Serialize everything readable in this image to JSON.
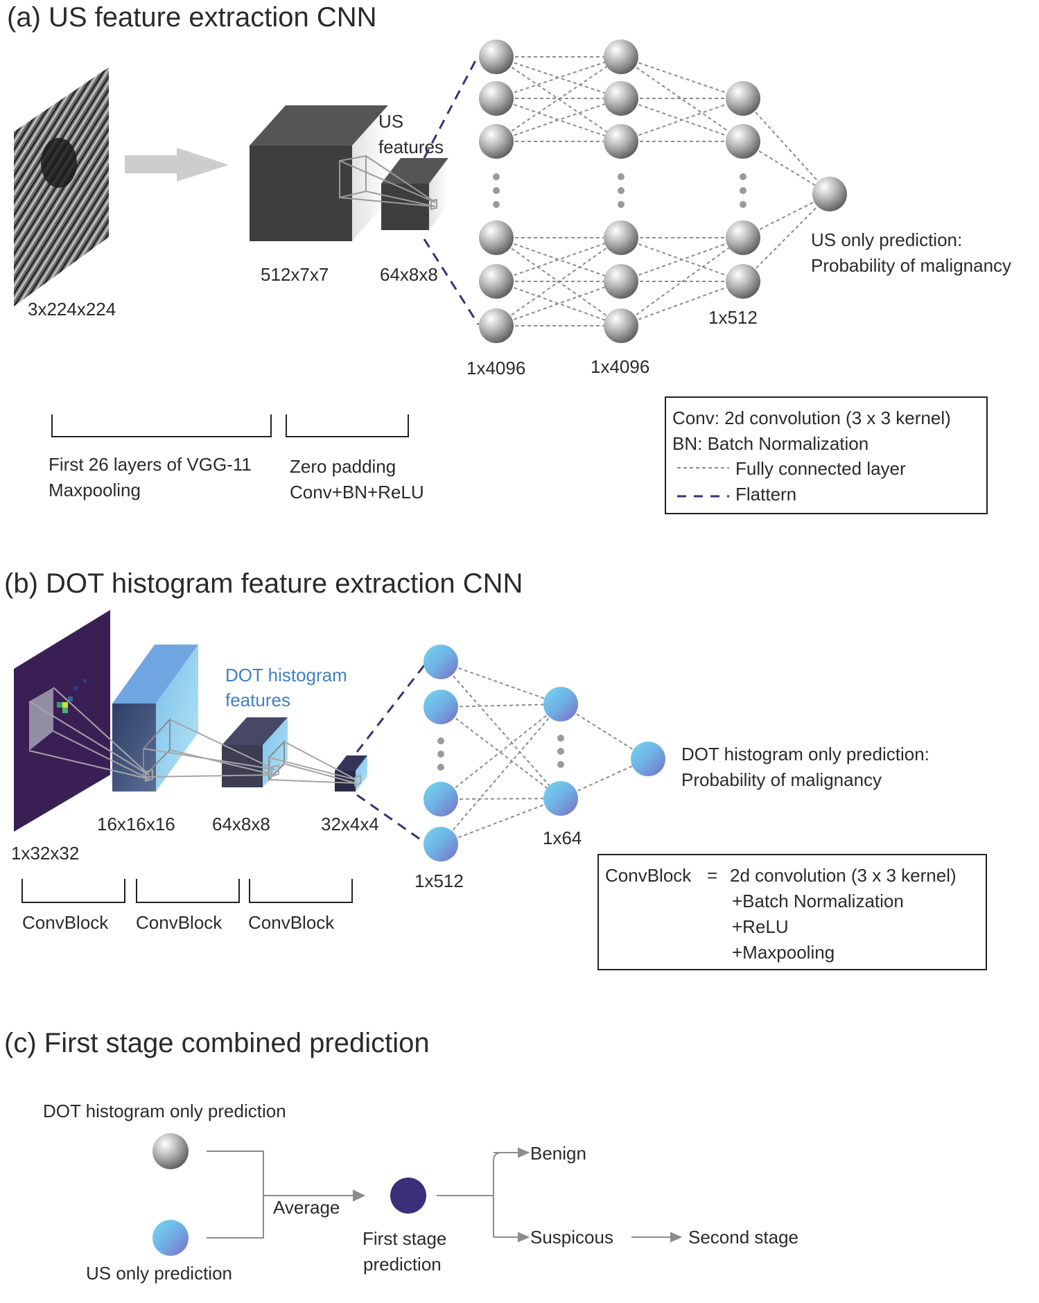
{
  "section_a": {
    "title": "(a) US feature extraction CNN",
    "us_features_label": [
      "US",
      "features"
    ],
    "dims": {
      "input": "3x224x224",
      "vgg": "512x7x7",
      "us_feat": "64x8x8",
      "fc1": "1x4096",
      "fc2": "1x4096",
      "fc3": "1x512"
    },
    "prediction": [
      "US only prediction:",
      "Probability of malignancy"
    ],
    "brackets": {
      "first": [
        "First 26 layers of VGG-11",
        "Maxpooling"
      ],
      "second": [
        "Zero padding",
        "Conv+BN+ReLU"
      ]
    },
    "legend": {
      "conv": "Conv: 2d convolution (3 x 3 kernel)",
      "bn": "BN: Batch Normalization",
      "fc": "Fully connected layer",
      "flatten": "Flattern"
    }
  },
  "section_b": {
    "title": "(b) DOT histogram feature extraction CNN",
    "features_label": [
      "DOT histogram",
      "features"
    ],
    "dims": {
      "input": "1x32x32",
      "b1": "16x16x16",
      "b2": "64x8x8",
      "b3": "32x4x4",
      "fc1": "1x512",
      "fc2": "1x64"
    },
    "prediction": [
      "DOT histogram only prediction:",
      "Probability of malignancy"
    ],
    "brackets": [
      "ConvBlock",
      "ConvBlock",
      "ConvBlock"
    ],
    "legend": {
      "lhs": "ConvBlock",
      "eq": "=",
      "lines": [
        "2d convolution (3 x 3 kernel)",
        "+Batch Normalization",
        "+ReLU",
        "+Maxpooling"
      ]
    }
  },
  "section_c": {
    "title": "(c) First stage combined prediction",
    "dot_label": "DOT histogram only prediction",
    "us_label": "US only prediction",
    "average": "Average",
    "first_stage": [
      "First stage",
      "prediction"
    ],
    "benign": "Benign",
    "suspicious": "Suspicous",
    "second_stage": "Second stage"
  },
  "colors": {
    "dark_cube": "#3b3b3b",
    "navy": "#3b2f7a",
    "cyan": "#6fc9ea",
    "dot_bg": "#3a1f55"
  }
}
